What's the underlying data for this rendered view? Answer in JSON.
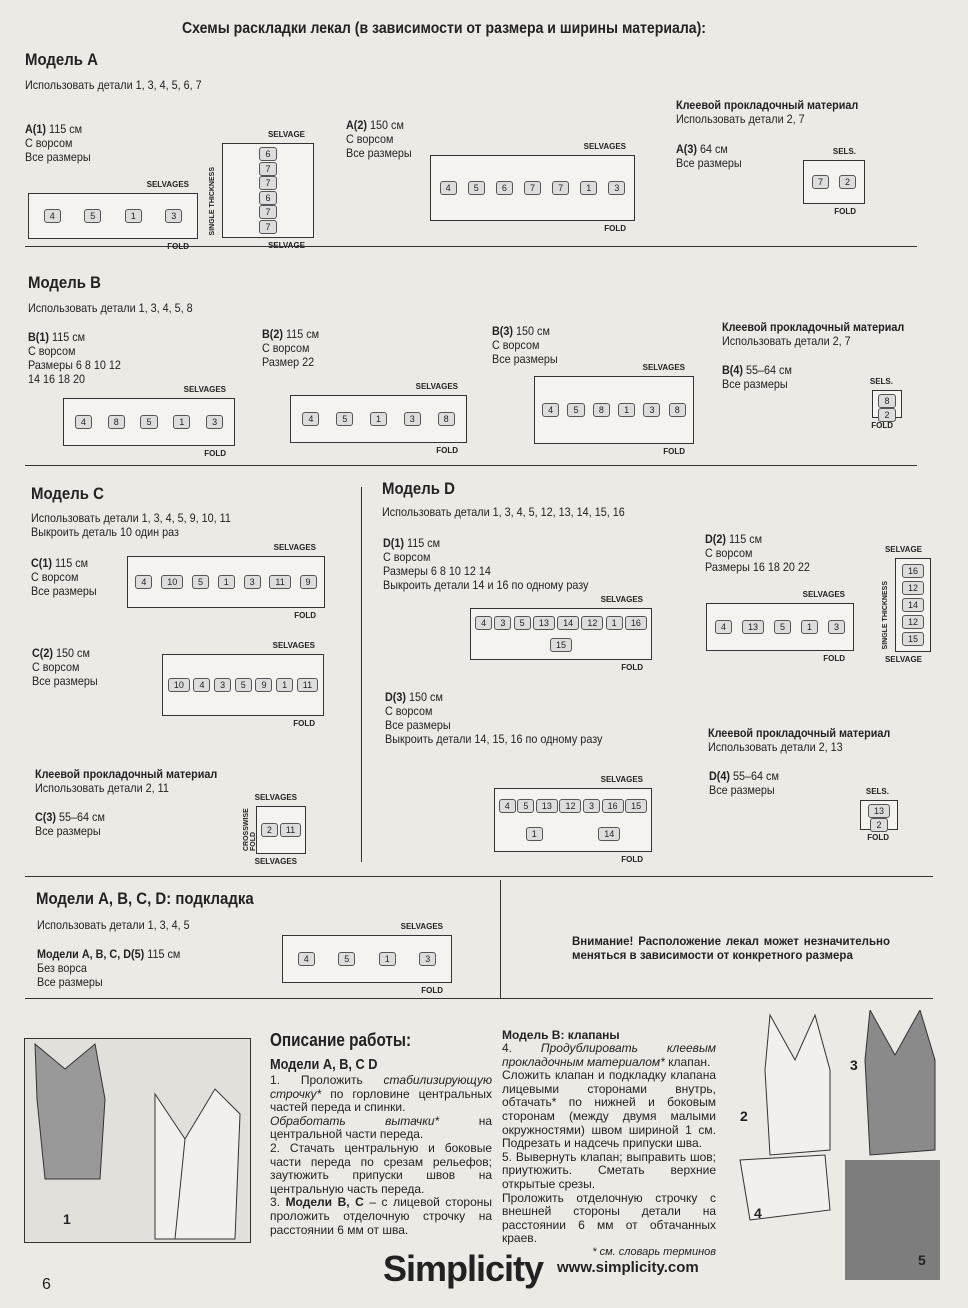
{
  "page_title": "Схемы раскладки лекал (в зависимости от размера и ширины материала):",
  "model_a": {
    "title": "Модель А",
    "use": "Использовать детали 1, 3, 4, 5, 6, 7",
    "a1": {
      "code": "A(1)",
      "width": "115 см",
      "l2": "С ворсом",
      "l3": "Все размеры"
    },
    "a2": {
      "code": "A(2)",
      "width": "150 см",
      "l2": "С ворсом",
      "l3": "Все размеры"
    },
    "interfacing": {
      "title": "Клеевой прокладочный материал",
      "use": "Использовать детали 2, 7"
    },
    "a3": {
      "code": "A(3)",
      "width": "64 см",
      "l2": "Все размеры"
    }
  },
  "model_b": {
    "title": "Модель В",
    "use": "Использовать детали 1, 3, 4, 5, 8",
    "b1": {
      "code": "B(1)",
      "width": "115 см",
      "l2": "С ворсом",
      "l3": "Размеры 6 8 10 12",
      "l4": "14 16 18 20"
    },
    "b2": {
      "code": "B(2)",
      "width": "115 см",
      "l2": "С ворсом",
      "l3": "Размер 22"
    },
    "b3": {
      "code": "B(3)",
      "width": "150 см",
      "l2": "С ворсом",
      "l3": "Все размеры"
    },
    "interfacing": {
      "title": "Клеевой прокладочный материал",
      "use": "Использовать детали 2, 7"
    },
    "b4": {
      "code": "B(4)",
      "width": "55–64 см",
      "l2": "Все размеры"
    }
  },
  "model_c": {
    "title": "Модель С",
    "use": "Использовать детали 1, 3, 4, 5, 9, 10, 11",
    "note": "Выкроить деталь 10 один раз",
    "c1": {
      "code": "C(1)",
      "width": "115 см",
      "l2": "С ворсом",
      "l3": "Все размеры"
    },
    "c2": {
      "code": "C(2)",
      "width": "150 см",
      "l2": "С ворсом",
      "l3": "Все размеры"
    },
    "interfacing": {
      "title": "Клеевой прокладочный материал",
      "use": "Использовать детали 2, 11"
    },
    "c3": {
      "code": "C(3)",
      "width": "55–64 см",
      "l2": "Все размеры"
    }
  },
  "model_d": {
    "title": "Модель D",
    "use": "Использовать детали 1, 3, 4, 5, 12, 13, 14, 15, 16",
    "d1": {
      "code": "D(1)",
      "width": "115 см",
      "l2": "С ворсом",
      "l3": "Размеры 6 8 10 12 14",
      "l4": "Выкроить детали 14 и 16 по одному разу"
    },
    "d2": {
      "code": "D(2)",
      "width": "115 см",
      "l2": "С ворсом",
      "l3": "Размеры 16 18 20 22"
    },
    "d3": {
      "code": "D(3)",
      "width": "150 см",
      "l2": "С ворсом",
      "l3": "Все размеры",
      "l4": "Выкроить детали 14, 15, 16 по одному разу"
    },
    "interfacing": {
      "title": "Клеевой прокладочный материал",
      "use": "Использовать детали 2, 13"
    },
    "d4": {
      "code": "D(4)",
      "width": "55–64 см",
      "l2": "Все размеры"
    }
  },
  "lining": {
    "title": "Модели А, В, С, D: подкладка",
    "use": "Использовать детали 1, 3, 4, 5",
    "code": "Модели А, В, С, D(5)",
    "width": "115 см",
    "l2": "Без ворса",
    "l3": "Все размеры"
  },
  "warning": "Внимание! Расположение лекал может незначительно меняться в зависимости от конкретного размера",
  "diagrams": {
    "a1": {
      "top": "SELVAGES",
      "bot": "FOLD",
      "pieces": [
        "4",
        "5",
        "1",
        "3"
      ]
    },
    "a1b": {
      "top": "SELVAGE",
      "bot": "SELVAGE",
      "side": "SINGLE THICKNESS",
      "pieces": [
        "6",
        "7",
        "7",
        "6",
        "7",
        "7"
      ]
    },
    "a2": {
      "top": "SELVAGES",
      "bot": "FOLD",
      "pieces": [
        "4",
        "5",
        "6",
        "7",
        "7",
        "1",
        "3"
      ]
    },
    "a3": {
      "top": "SELS.",
      "bot": "FOLD",
      "pieces": [
        "7",
        "2"
      ]
    },
    "b1": {
      "top": "SELVAGES",
      "bot": "FOLD",
      "pieces": [
        "4",
        "8",
        "5",
        "1",
        "3"
      ]
    },
    "b2": {
      "top": "SELVAGES",
      "bot": "FOLD",
      "pieces": [
        "4",
        "5",
        "1",
        "3",
        "8"
      ]
    },
    "b3": {
      "top": "SELVAGES",
      "bot": "FOLD",
      "pieces": [
        "4",
        "5",
        "8",
        "1",
        "3",
        "8"
      ]
    },
    "b4": {
      "top": "SELS.",
      "bot": "FOLD",
      "pieces": [
        "8",
        "2"
      ]
    },
    "c1": {
      "top": "SELVAGES",
      "bot": "FOLD",
      "pieces": [
        "4",
        "10",
        "5",
        "1",
        "3",
        "11",
        "9"
      ]
    },
    "c2": {
      "top": "SELVAGES",
      "bot": "FOLD",
      "pieces": [
        "10",
        "4",
        "3",
        "5",
        "9",
        "1",
        "11"
      ]
    },
    "c3": {
      "top": "SELVAGES",
      "bot": "SELVAGES",
      "side": "CROSSWISE FOLD",
      "pieces": [
        "2",
        "11"
      ]
    },
    "d1": {
      "top": "SELVAGES",
      "bot": "FOLD",
      "pieces": [
        "4",
        "3",
        "5",
        "13",
        "14",
        "12",
        "1",
        "16",
        "15"
      ]
    },
    "d2": {
      "top": "SELVAGES",
      "bot": "FOLD",
      "pieces": [
        "4",
        "13",
        "5",
        "1",
        "3"
      ]
    },
    "d2b": {
      "top": "SELVAGE",
      "bot": "SELVAGE",
      "side": "SINGLE THICKNESS",
      "pieces": [
        "16",
        "12",
        "14",
        "12",
        "15"
      ]
    },
    "d3": {
      "top": "SELVAGES",
      "bot": "FOLD",
      "pieces": [
        "4",
        "5",
        "13",
        "12",
        "3",
        "16",
        "15",
        "1",
        "14"
      ]
    },
    "d4": {
      "top": "SELS.",
      "bot": "FOLD",
      "pieces": [
        "13",
        "2"
      ]
    },
    "d5": {
      "top": "SELVAGES",
      "bot": "FOLD",
      "pieces": [
        "4",
        "5",
        "1",
        "3"
      ]
    }
  },
  "instructions": {
    "title": "Описание работы:",
    "subtitle": "Модели А, В, С D",
    "p1a": "1. Проложить ",
    "p1i": "стабилизирующую строчку*",
    "p1b": " по горловине центральных частей переда и спинки.",
    "p2i": "Обработать вытачки*",
    "p2b": " на центральной части переда.",
    "p3": "2. Стачать центральную и боковые части переда по срезам рельефов; заутюжить припуски швов на центральную часть переда.",
    "p4a": "3. ",
    "p4b": "Модели В, С",
    "p4c": " – с лицевой стороны проложить отделочную строчку на расстоянии 6 мм от шва.",
    "col2_title": "Модель В: клапаны",
    "p5a": "4. ",
    "p5i": "Продублировать клеевым прокладочным материалом*",
    "p5b": " клапан.",
    "p6": "Сложить клапан и подкладку клапана лицевыми сторонами внутрь, обтачать* по нижней и боковым сторонам (между двумя малыми окружностями) швом шириной 1 см. Подрезать и надсечь припуски шва.",
    "p7": "5. Вывернуть клапан; выправить шов; приутюжить. Сметать верхние открытые срезы.",
    "p8": "Проложить отделочную строчку с внешней стороны детали на расстоянии 6 мм от обтачанных краев.",
    "footnote": "* см. словарь терминов"
  },
  "figures": {
    "f1": "1",
    "f2": "2",
    "f3": "3",
    "f4": "4"
  },
  "footer": {
    "brand": "Simplicity",
    "url": "www.simplicity.com",
    "page_left": "6",
    "page_right": "5"
  }
}
